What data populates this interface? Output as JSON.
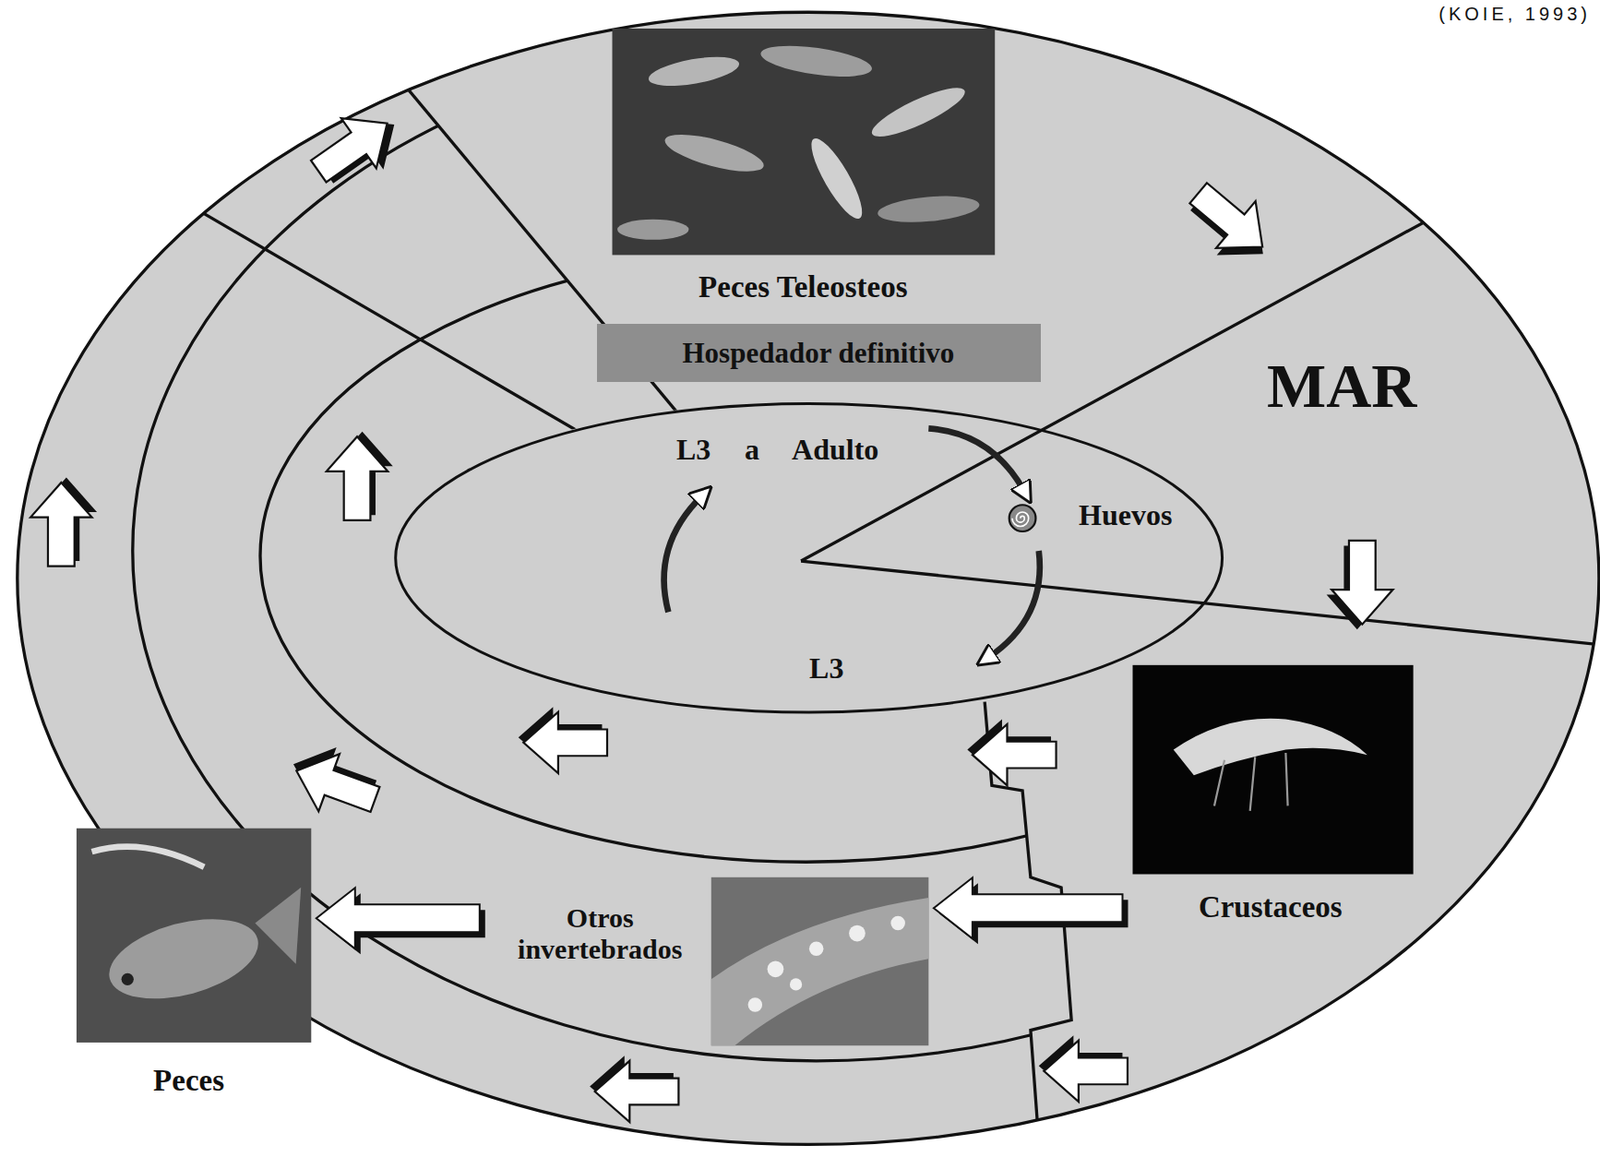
{
  "diagram": {
    "nodes": [
      {
        "text": [
          "Peces Teleosteos"
        ]
      },
      {
        "text": [
          "Hospedador definitivo"
        ]
      },
      {
        "text": [
          "L3 a Adulto",
          "Huevos",
          "L3"
        ]
      },
      {
        "text": [
          "Crustaceos"
        ]
      },
      {
        "text": [
          "Otros invertebrados"
        ]
      },
      {
        "text": [
          "Peces"
        ]
      }
    ],
    "edges": [
      {
        "from": 3,
        "to": 4,
        "arrow": "to"
      },
      {
        "from": 4,
        "to": 5,
        "arrow": "to"
      }
    ],
    "labels": [
      "(KOIE, 1993)",
      "MAR"
    ]
  }
}
